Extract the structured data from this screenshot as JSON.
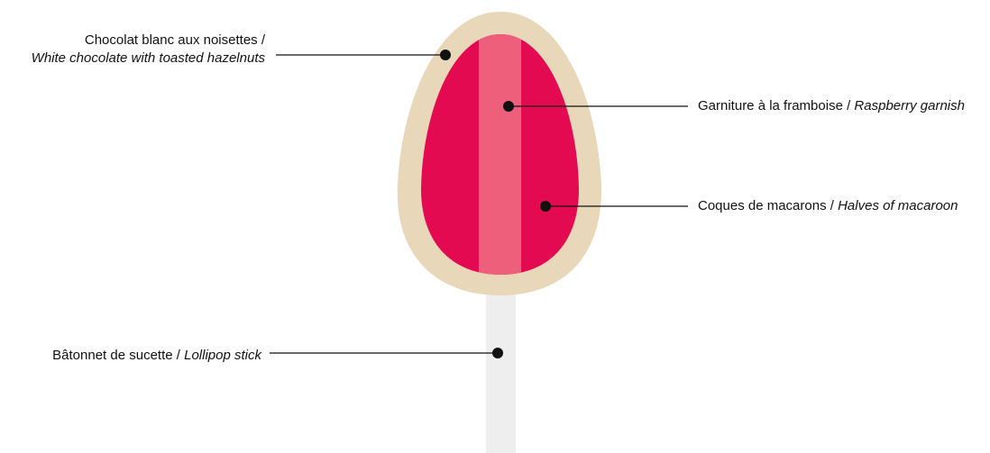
{
  "colors": {
    "chocolate_shell": "#e8d7b9",
    "macaroon": "#e30a52",
    "garnish": "#ee5f7c",
    "stick": "#eeeeee",
    "leader": "#111111"
  },
  "labels": {
    "chocolate": {
      "fr": "Chocolat blanc aux noisettes /",
      "en": "White chocolate with toasted hazelnuts"
    },
    "garnish": {
      "fr": "Garniture à la framboise /",
      "en": "Raspberry garnish"
    },
    "shells": {
      "fr": "Coques de macarons /",
      "en": "Halves of macaroon"
    },
    "stick": {
      "fr": "Bâtonnet de sucette /",
      "en": "Lollipop stick"
    }
  }
}
